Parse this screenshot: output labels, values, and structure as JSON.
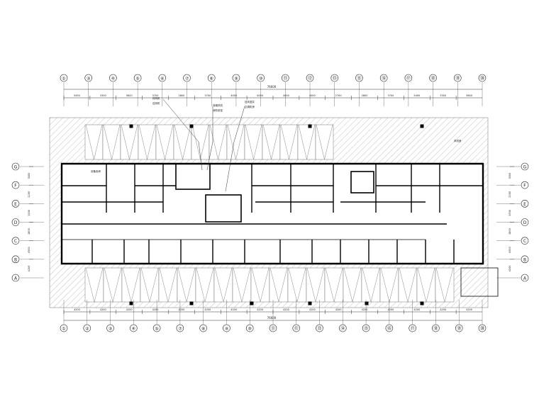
{
  "drawing": {
    "type": "architectural-floor-plan",
    "top_overall_dimension": "76600",
    "bottom_overall_dimension": "76600",
    "colors": {
      "background": "#ffffff",
      "line": "#222222",
      "hatch": "#9a9a9a",
      "wall": "#000000"
    }
  },
  "axes": {
    "top": [
      "①",
      "③",
      "④",
      "⑤",
      "⑥",
      "⑦",
      "⑧",
      "⑨",
      "⑩",
      "⑪",
      "⑫",
      "⑬",
      "⑮",
      "⑯",
      "⑰",
      "⑱",
      "⑲",
      "⑳"
    ],
    "bottom": [
      "①",
      "②",
      "③",
      "④",
      "⑤",
      "⑦",
      "⑧",
      "⑨",
      "⑩",
      "⑪",
      "⑫",
      "⑬",
      "⑭",
      "⑮",
      "⑯",
      "⑰",
      "⑱",
      "⑲",
      "⑳"
    ],
    "left": [
      "G",
      "F",
      "E",
      "D",
      "C",
      "B",
      "A"
    ],
    "right": [
      "G",
      "F",
      "E",
      "D",
      "C",
      "B",
      "A"
    ]
  },
  "top_dimensions": [
    "5490",
    "3300",
    "5620",
    "3700",
    "2800",
    "3700",
    "4000",
    "4000",
    "4000",
    "4000",
    "2700",
    "2800",
    "3700",
    "5490",
    "3300",
    "3600"
  ],
  "bottom_dimensions": [
    "4200",
    "4200",
    "4200",
    "4200",
    "4200",
    "4200",
    "4200",
    "4200",
    "4200",
    "4200",
    "4200",
    "4200",
    "4200",
    "4200",
    "4200",
    "4200"
  ],
  "left_dimensions": [
    "3000",
    "2200",
    "1500",
    "1800",
    "4500",
    "4200"
  ],
  "right_dimensions": [
    "3000",
    "2200",
    "1500",
    "1800",
    "4500",
    "4200"
  ],
  "callouts": [
    "排风机",
    "送风机",
    "排烟风机",
    "消防前室",
    "送风竖井",
    "空调机房",
    "风机房",
    "设备用房"
  ]
}
